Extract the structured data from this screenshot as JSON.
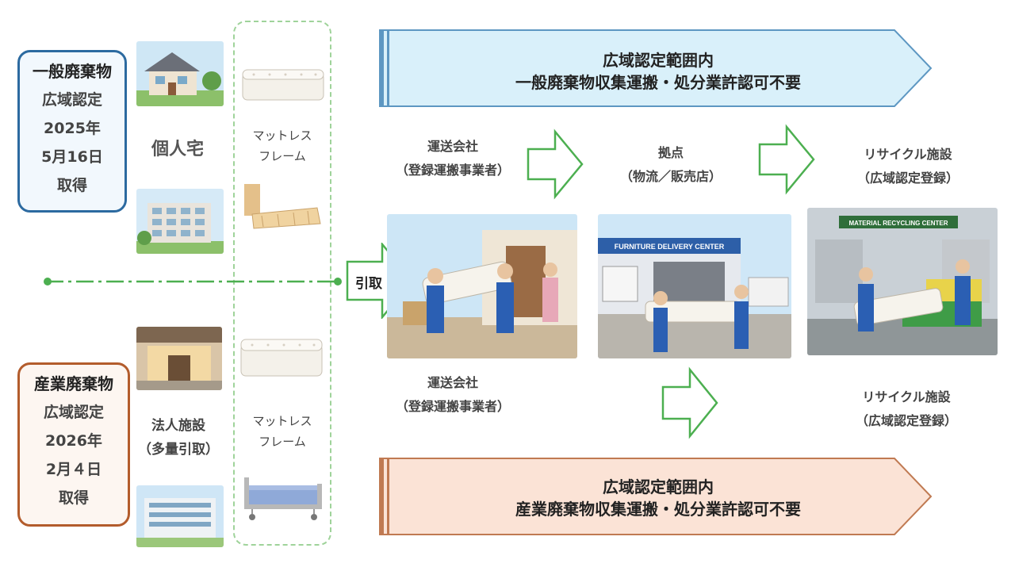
{
  "general": {
    "badge_lines": [
      "一般廃棄物",
      "広域認定",
      "2025年",
      "5月16日",
      "取得"
    ],
    "source_label": "個人宅",
    "items_label": [
      "マットレス",
      "フレーム"
    ],
    "banner_lines": [
      "広域認定範囲内",
      "一般廃棄物収集運搬・処分業許認可不要"
    ]
  },
  "industrial": {
    "badge_lines": [
      "産業廃棄物",
      "広域認定",
      "2026年",
      "2月４日",
      "取得"
    ],
    "source_label": [
      "法人施設",
      "（多量引取）"
    ],
    "items_label": [
      "マットレス",
      "フレーム"
    ],
    "banner_lines": [
      "広域認定範囲内",
      "産業廃棄物収集運搬・処分業許認可不要"
    ]
  },
  "flow": {
    "pickup_label": "引取",
    "transport_top": [
      "運送会社",
      "（登録運搬事業者）"
    ],
    "base_top": [
      "拠点",
      "（物流／販売店）"
    ],
    "recycle_top": [
      "リサイクル施設",
      "（広域認定登録）"
    ],
    "transport_bottom": [
      "運送会社",
      "（登録運搬事業者）"
    ],
    "recycle_bottom": [
      "リサイクル施設",
      "（広域認定登録）"
    ]
  },
  "photo_signs": {
    "furniture_center": "FURNITURE DELIVERY CENTER",
    "recycling_center": "MATERIAL RECYCLING CENTER"
  },
  "colors": {
    "general_accent": "#2c6aa0",
    "general_banner": "#d9f0fa",
    "industrial_accent": "#b35c2c",
    "industrial_banner": "#fbe3d6",
    "arrow_green": "#4caf50"
  }
}
